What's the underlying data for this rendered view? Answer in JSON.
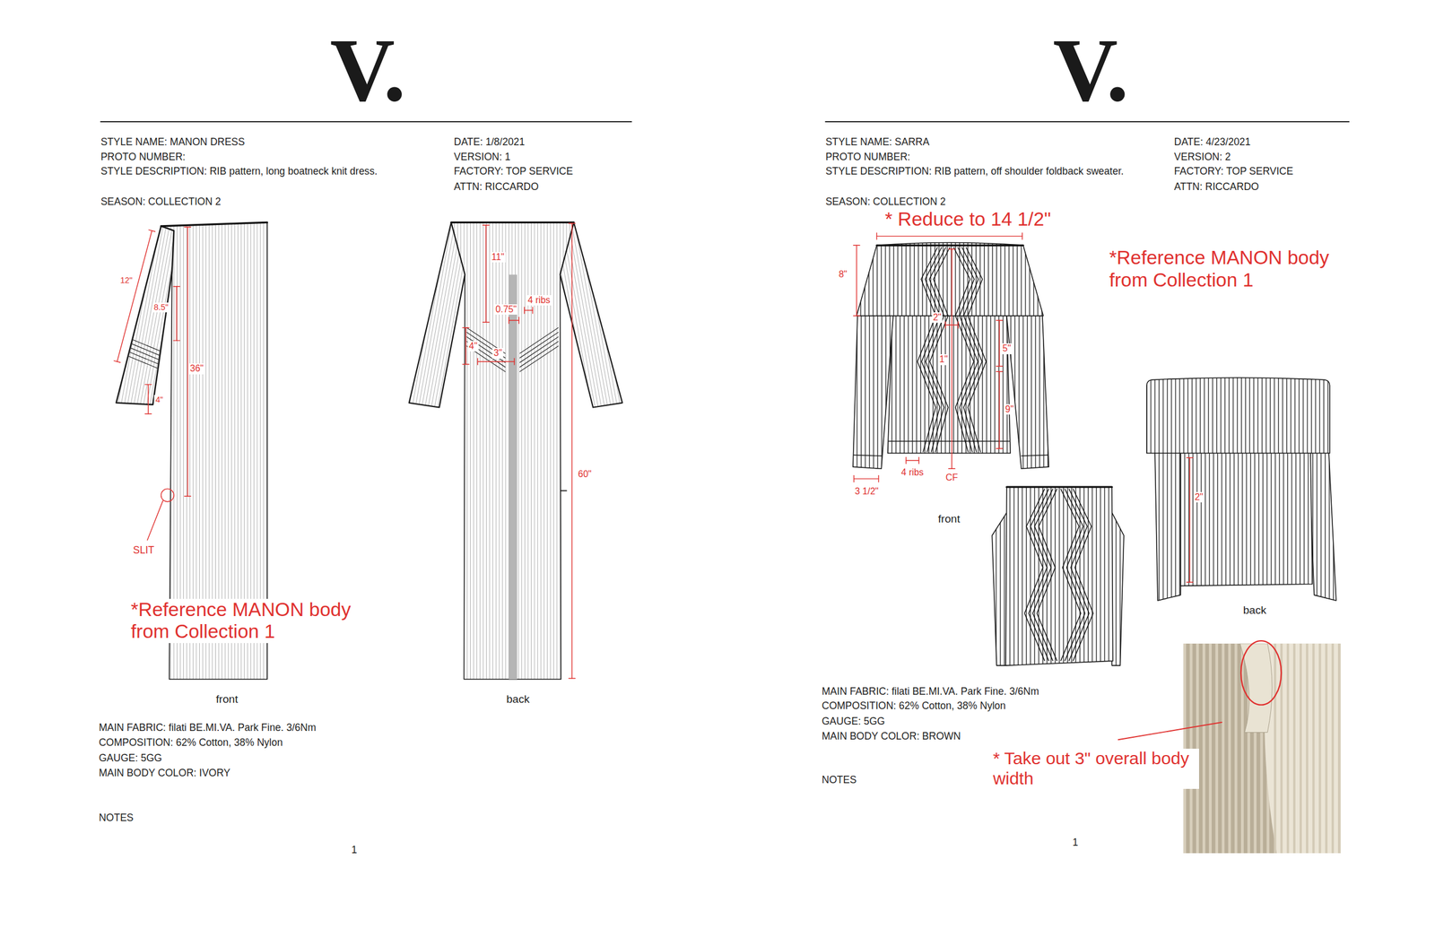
{
  "diagram": {
    "labels": [
      "V.",
      "STYLE NAME: MANON DRESS",
      "PROTO NUMBER:",
      "STYLE DESCRIPTION: RIB pattern, long boatneck knit dress.",
      "SEASON: COLLECTION 2",
      "DATE: 1/8/2021",
      "VERSION: 1",
      "FACTORY: TOP SERVICE",
      "ATTN: RICCARDO",
      "12\"",
      "8.5\"",
      "36\"",
      "4\"",
      "SLIT",
      "*Reference MANON body from Collection 1",
      "front",
      "11\"",
      "0.75\"",
      "4 ribs",
      "4\"",
      "3\"",
      "60\"",
      "back",
      "MAIN FABRIC: filati BE.MI.VA. Park Fine. 3/6Nm",
      "COMPOSITION: 62% Cotton, 38% Nylon",
      "GAUGE: 5GG",
      "MAIN BODY COLOR: IVORY",
      "NOTES",
      "1",
      "V.",
      "STYLE NAME: SARRA",
      "PROTO NUMBER:",
      "STYLE DESCRIPTION: RIB pattern, off shoulder foldback sweater.",
      "SEASON: COLLECTION 2",
      "DATE: 4/23/2021",
      "VERSION: 2",
      "FACTORY: TOP SERVICE",
      "ATTN: RICCARDO",
      "* Reduce to 14 1/2\"",
      "*Reference MANON body from Collection 1",
      "8\"",
      "2\"",
      "1\"",
      "5\"",
      "9\"",
      "4 ribs",
      "CF",
      "3 1/2\"",
      "front",
      "2\"",
      "back",
      "MAIN FABRIC: filati BE.MI.VA. Park Fine. 3/6Nm",
      "COMPOSITION: 62% Cotton, 38% Nylon",
      "GAUGE: 5GG",
      "MAIN BODY COLOR: BROWN",
      "NOTES",
      "* Take out 3\" overall body width",
      "1"
    ]
  }
}
